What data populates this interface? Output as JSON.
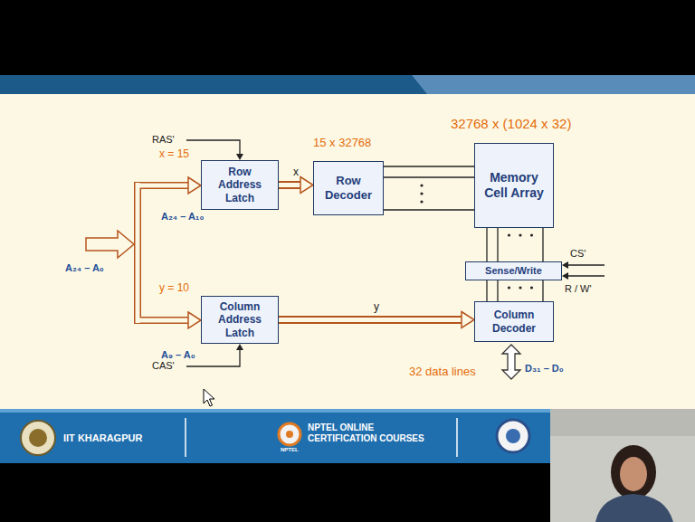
{
  "diagram": {
    "nodes": [
      {
        "text": [
          "Row Address Latch"
        ]
      },
      {
        "text": [
          "Row Decoder"
        ]
      },
      {
        "text": [
          "Memory Cell Array"
        ]
      },
      {
        "text": [
          "Sense/Write"
        ]
      },
      {
        "text": [
          "Column Address Latch"
        ]
      },
      {
        "text": [
          "Column Decoder"
        ]
      }
    ],
    "edges": [
      {
        "from": 0,
        "to": 1,
        "label": "x",
        "arrow": "to"
      },
      {
        "from": 1,
        "to": 2,
        "arrow": "none"
      },
      {
        "from": 2,
        "to": 3,
        "arrow": "none"
      },
      {
        "from": 3,
        "to": 5,
        "arrow": "none"
      },
      {
        "from": 4,
        "to": 5,
        "label": "y",
        "arrow": "to"
      }
    ],
    "labels": [
      "32768 x (1024 x 32)",
      "15 x 32768",
      "RAS'",
      "x = 15",
      "A₂₄ – A₁₀",
      "A₂₄ – A₀",
      "y = 10",
      "A₉ – A₀",
      "CAS'",
      "CS'",
      "R / W'",
      "32 data lines",
      "D₃₁ – D₀",
      "IIT KHARAGPUR",
      "NPTEL ONLINE CERTIFICATION COURSES",
      "NPTEL"
    ]
  }
}
